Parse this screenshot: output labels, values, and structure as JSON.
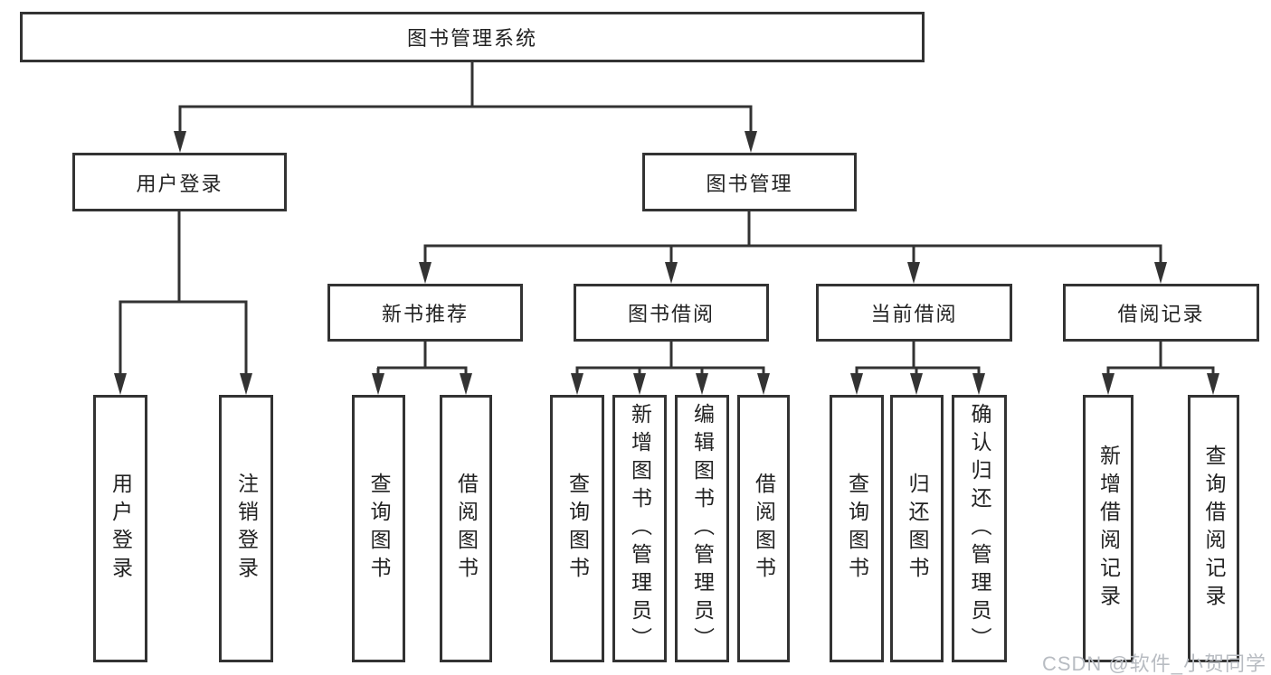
{
  "diagram": {
    "title": "图书管理系统",
    "root": {
      "label": "图书管理系统"
    },
    "level2": [
      {
        "label": "用户登录"
      },
      {
        "label": "图书管理"
      }
    ],
    "level3": [
      {
        "label": "新书推荐",
        "parent": "图书管理"
      },
      {
        "label": "图书借阅",
        "parent": "图书管理"
      },
      {
        "label": "当前借阅",
        "parent": "图书管理"
      },
      {
        "label": "借阅记录",
        "parent": "图书管理"
      }
    ],
    "leaves": [
      {
        "label": "用户登录",
        "parent": "用户登录"
      },
      {
        "label": "注销登录",
        "parent": "用户登录"
      },
      {
        "label": "查询图书",
        "parent": "新书推荐"
      },
      {
        "label": "借阅图书",
        "parent": "新书推荐"
      },
      {
        "label": "查询图书",
        "parent": "图书借阅"
      },
      {
        "label": "新增图书（管理员）",
        "parent": "图书借阅"
      },
      {
        "label": "编辑图书（管理员）",
        "parent": "图书借阅"
      },
      {
        "label": "借阅图书",
        "parent": "图书借阅"
      },
      {
        "label": "查询图书",
        "parent": "当前借阅"
      },
      {
        "label": "归还图书",
        "parent": "当前借阅"
      },
      {
        "label": "确认归还（管理员）",
        "parent": "当前借阅"
      },
      {
        "label": "新增借阅记录",
        "parent": "借阅记录"
      },
      {
        "label": "查询借阅记录",
        "parent": "借阅记录"
      }
    ]
  },
  "watermark": {
    "text": "CSDN @软件_小贺同学"
  },
  "colors": {
    "line": "#333333",
    "box_border": "#333333",
    "box_background": "#ffffff",
    "text": "#222222",
    "watermark": "#b8bcc2",
    "page_background": "#ffffff"
  }
}
